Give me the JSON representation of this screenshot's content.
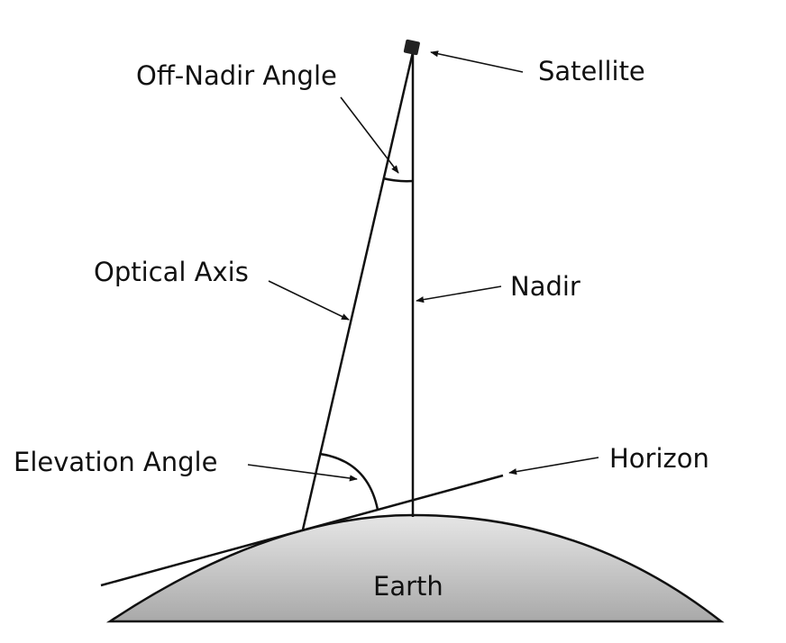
{
  "labels": {
    "off_nadir_angle": "Off-Nadir Angle",
    "satellite": "Satellite",
    "optical_axis": "Optical Axis",
    "nadir": "Nadir",
    "elevation_angle": "Elevation Angle",
    "horizon": "Horizon",
    "earth": "Earth"
  },
  "colors": {
    "earth_top": "#e6e6e6",
    "earth_bottom": "#a9a9a9",
    "stroke": "#111111",
    "satellite": "#222222"
  }
}
